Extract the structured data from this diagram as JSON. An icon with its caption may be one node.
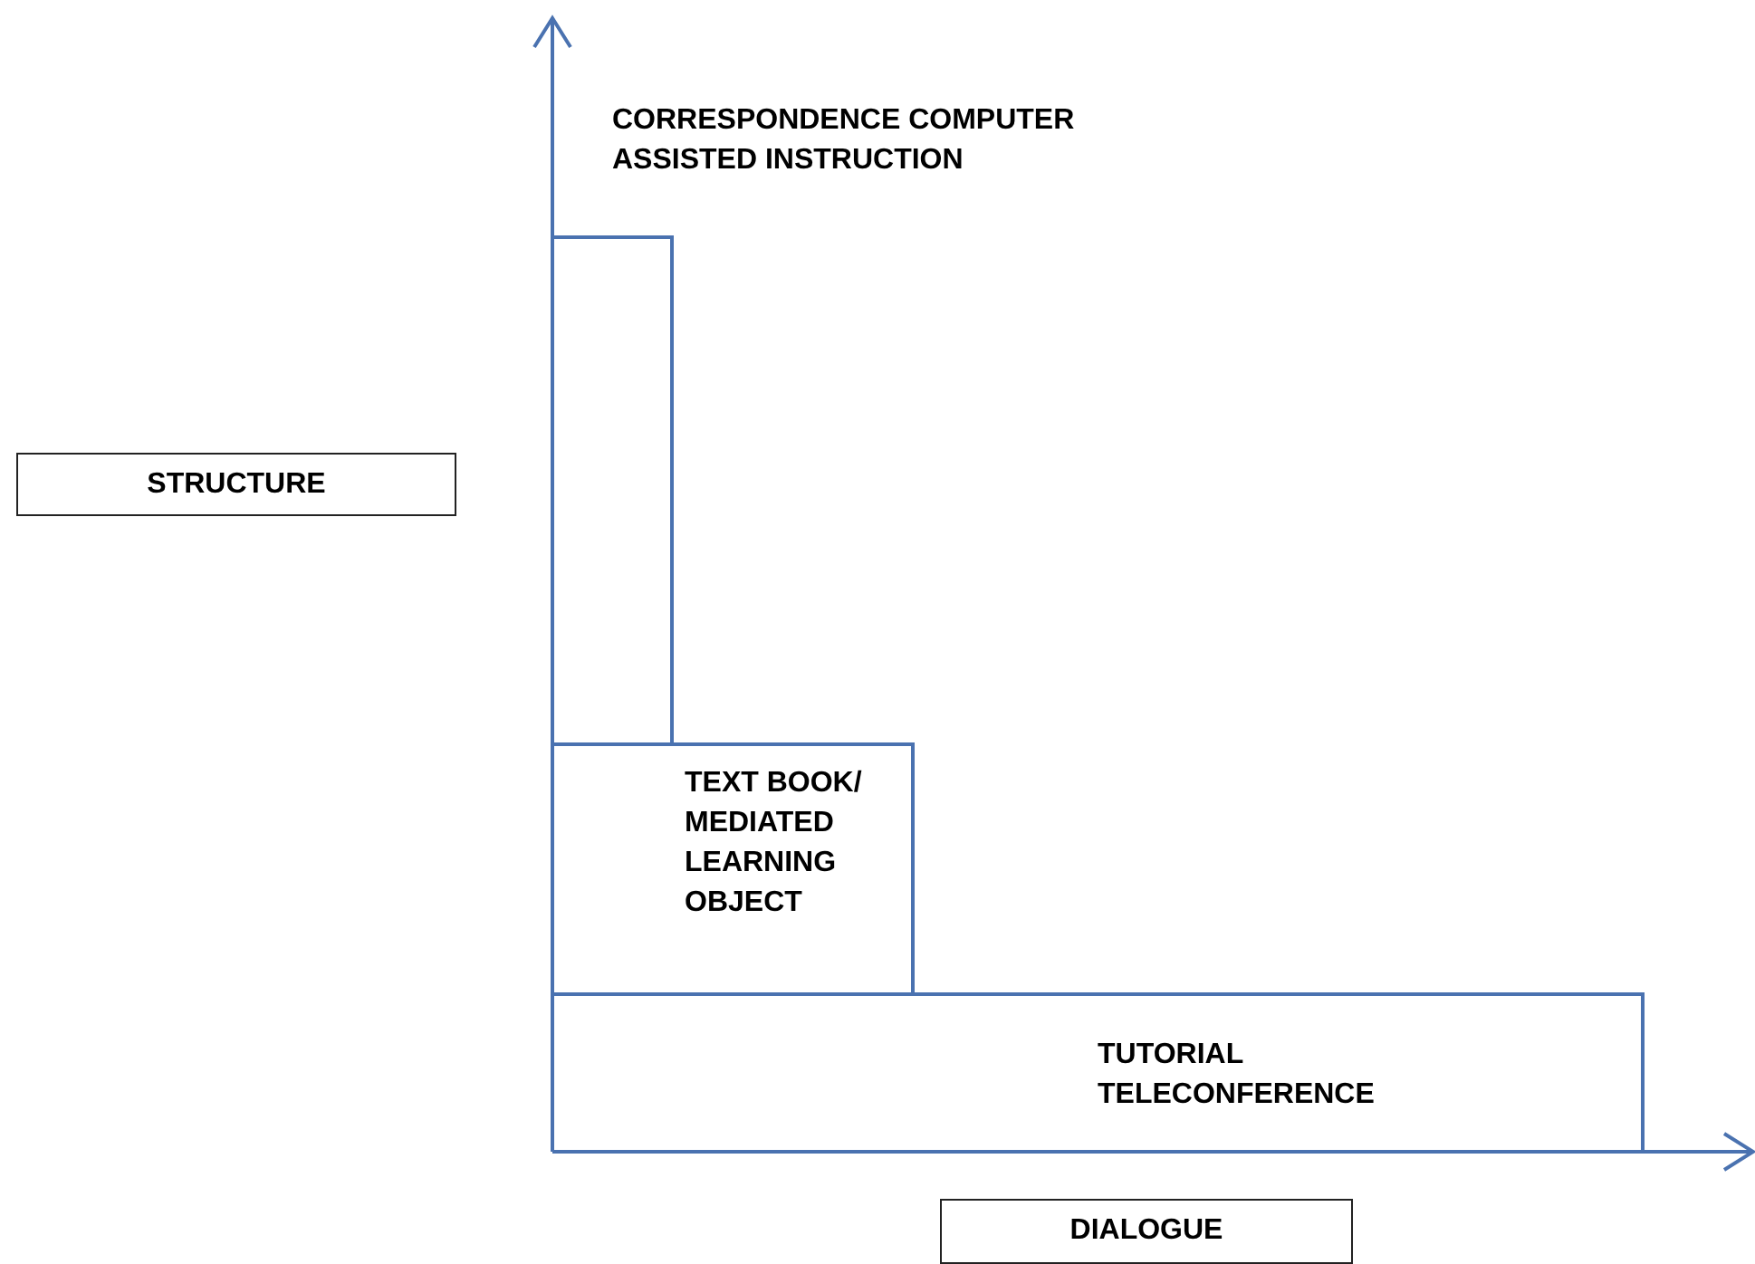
{
  "diagram": {
    "nodes": [
      {
        "text": [
          "STRUCTURE"
        ]
      },
      {
        "text": [
          "CORRESPONDENCE COMPUTER ASSISTED INSTRUCTION"
        ]
      },
      {
        "text": [
          "TEXT BOOK/ MEDIATED LEARNING OBJECT"
        ]
      },
      {
        "text": [
          "TUTORIAL TELECONFERENCE"
        ]
      },
      {
        "text": [
          "DIALOGUE"
        ]
      }
    ]
  }
}
